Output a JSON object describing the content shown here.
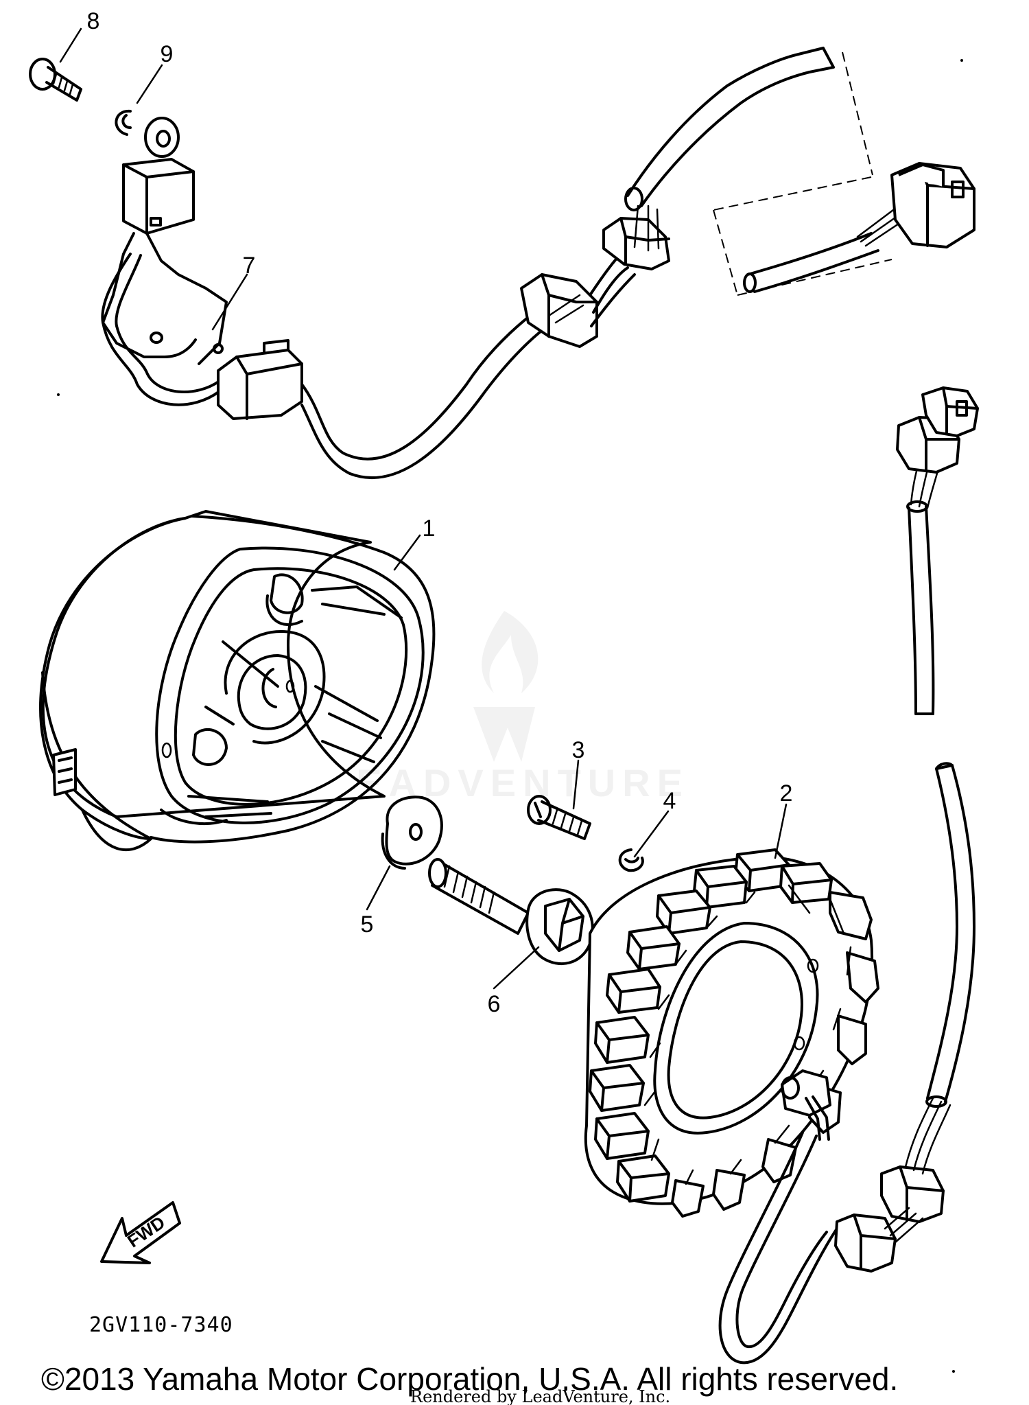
{
  "callouts": [
    {
      "id": "1",
      "label": "1"
    },
    {
      "id": "2",
      "label": "2"
    },
    {
      "id": "3",
      "label": "3"
    },
    {
      "id": "4",
      "label": "4"
    },
    {
      "id": "5",
      "label": "5"
    },
    {
      "id": "6",
      "label": "6"
    },
    {
      "id": "7",
      "label": "7"
    },
    {
      "id": "8",
      "label": "8"
    },
    {
      "id": "9",
      "label": "9"
    }
  ],
  "direction_label": "FWD",
  "diagram_code": "2GV110-7340",
  "copyright": "©2013 Yamaha Motor Corporation, U.S.A. All rights reserved.",
  "rendered_by": "Rendered by LeadVenture, Inc.",
  "watermark": "LEADVENTURE"
}
